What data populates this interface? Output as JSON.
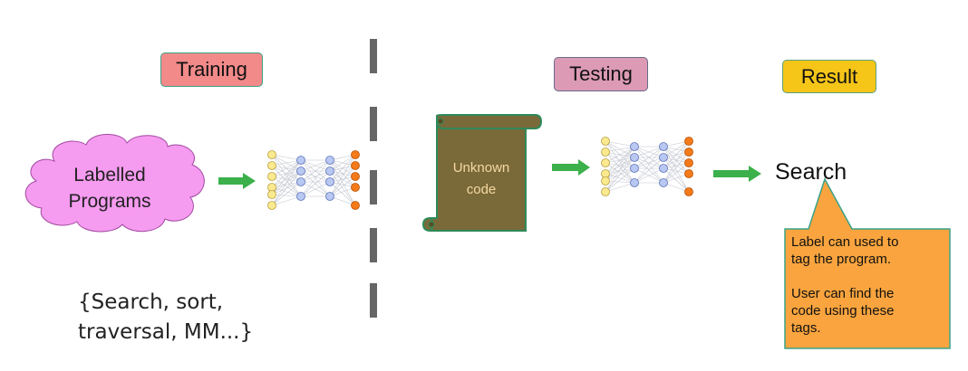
{
  "stages": {
    "training": "Training",
    "testing": "Testing",
    "result": "Result"
  },
  "input_cloud": {
    "line1": "Labelled",
    "line2": "Programs"
  },
  "tag_list": {
    "line1": "{Search, sort,",
    "line2": "traversal, MM...}"
  },
  "unknown_code": {
    "line1": "Unknown",
    "line2": "code"
  },
  "result_label": "Search",
  "callout": {
    "line1": "Label can used to",
    "line2": "tag the program.",
    "line3": "User can find the",
    "line4": "code using these",
    "line5": "tags."
  },
  "colors": {
    "training": "#f28a8a",
    "testing": "#dc9ab4",
    "result": "#f5c518",
    "cloud": "#f59bf0",
    "scroll": "#7a6a3a",
    "arrow": "#3cb04a",
    "callout": "#f9a43e",
    "divider": "#666666"
  },
  "icons": [
    "cloud-shape",
    "neural-network-icon",
    "scroll-shape",
    "right-arrow-icon",
    "callout-shape"
  ]
}
